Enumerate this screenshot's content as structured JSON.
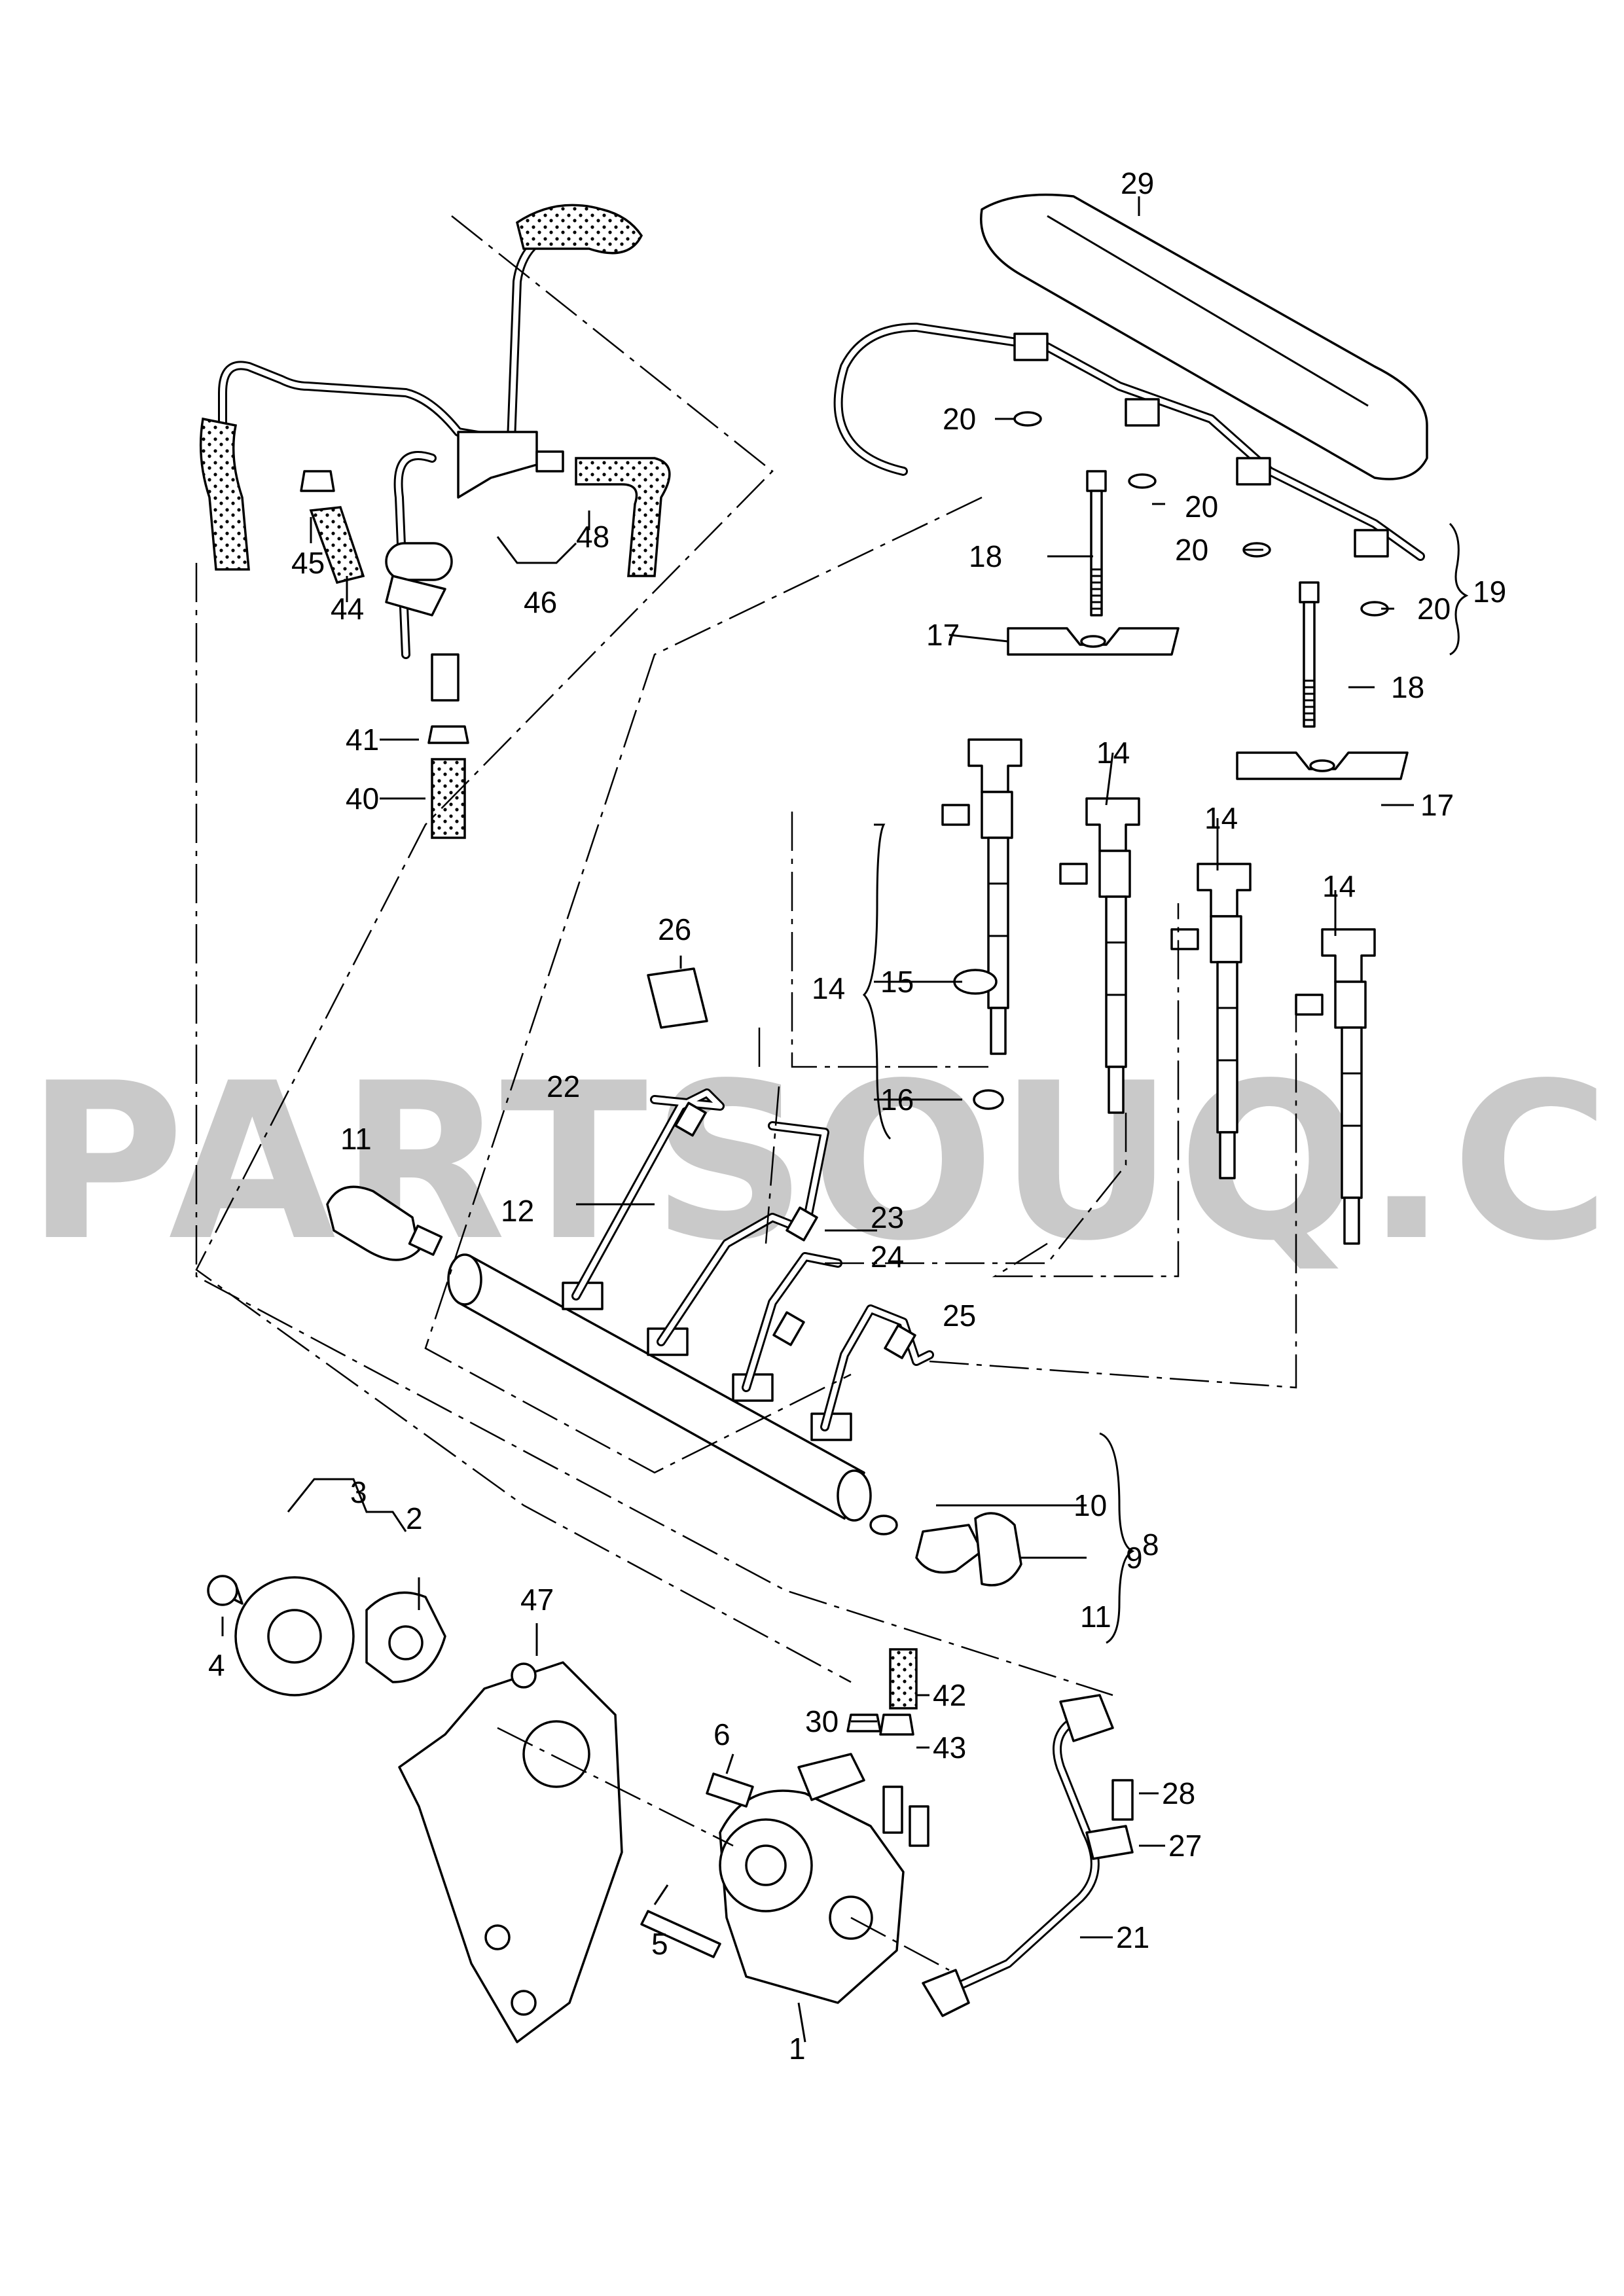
{
  "watermark": "PARTSOUQ.COM",
  "callouts": {
    "c1": "1",
    "c2": "2",
    "c3": "3",
    "c4": "4",
    "c5": "5",
    "c6": "6",
    "c8": "8",
    "c9": "9",
    "c10": "10",
    "c11a": "11",
    "c11b": "11",
    "c12": "12",
    "c14a": "14",
    "c14b": "14",
    "c14c": "14",
    "c14d": "14",
    "c15": "15",
    "c16": "16",
    "c17a": "17",
    "c17b": "17",
    "c18a": "18",
    "c18b": "18",
    "c19": "19",
    "c20a": "20",
    "c20b": "20",
    "c20c": "20",
    "c20d": "20",
    "c21": "21",
    "c22": "22",
    "c23": "23",
    "c24": "24",
    "c25": "25",
    "c26": "26",
    "c27": "27",
    "c28": "28",
    "c29": "29",
    "c30": "30",
    "c40": "40",
    "c41": "41",
    "c42": "42",
    "c43": "43",
    "c44": "44",
    "c45": "45",
    "c46": "46",
    "c47": "47",
    "c48": "48"
  }
}
